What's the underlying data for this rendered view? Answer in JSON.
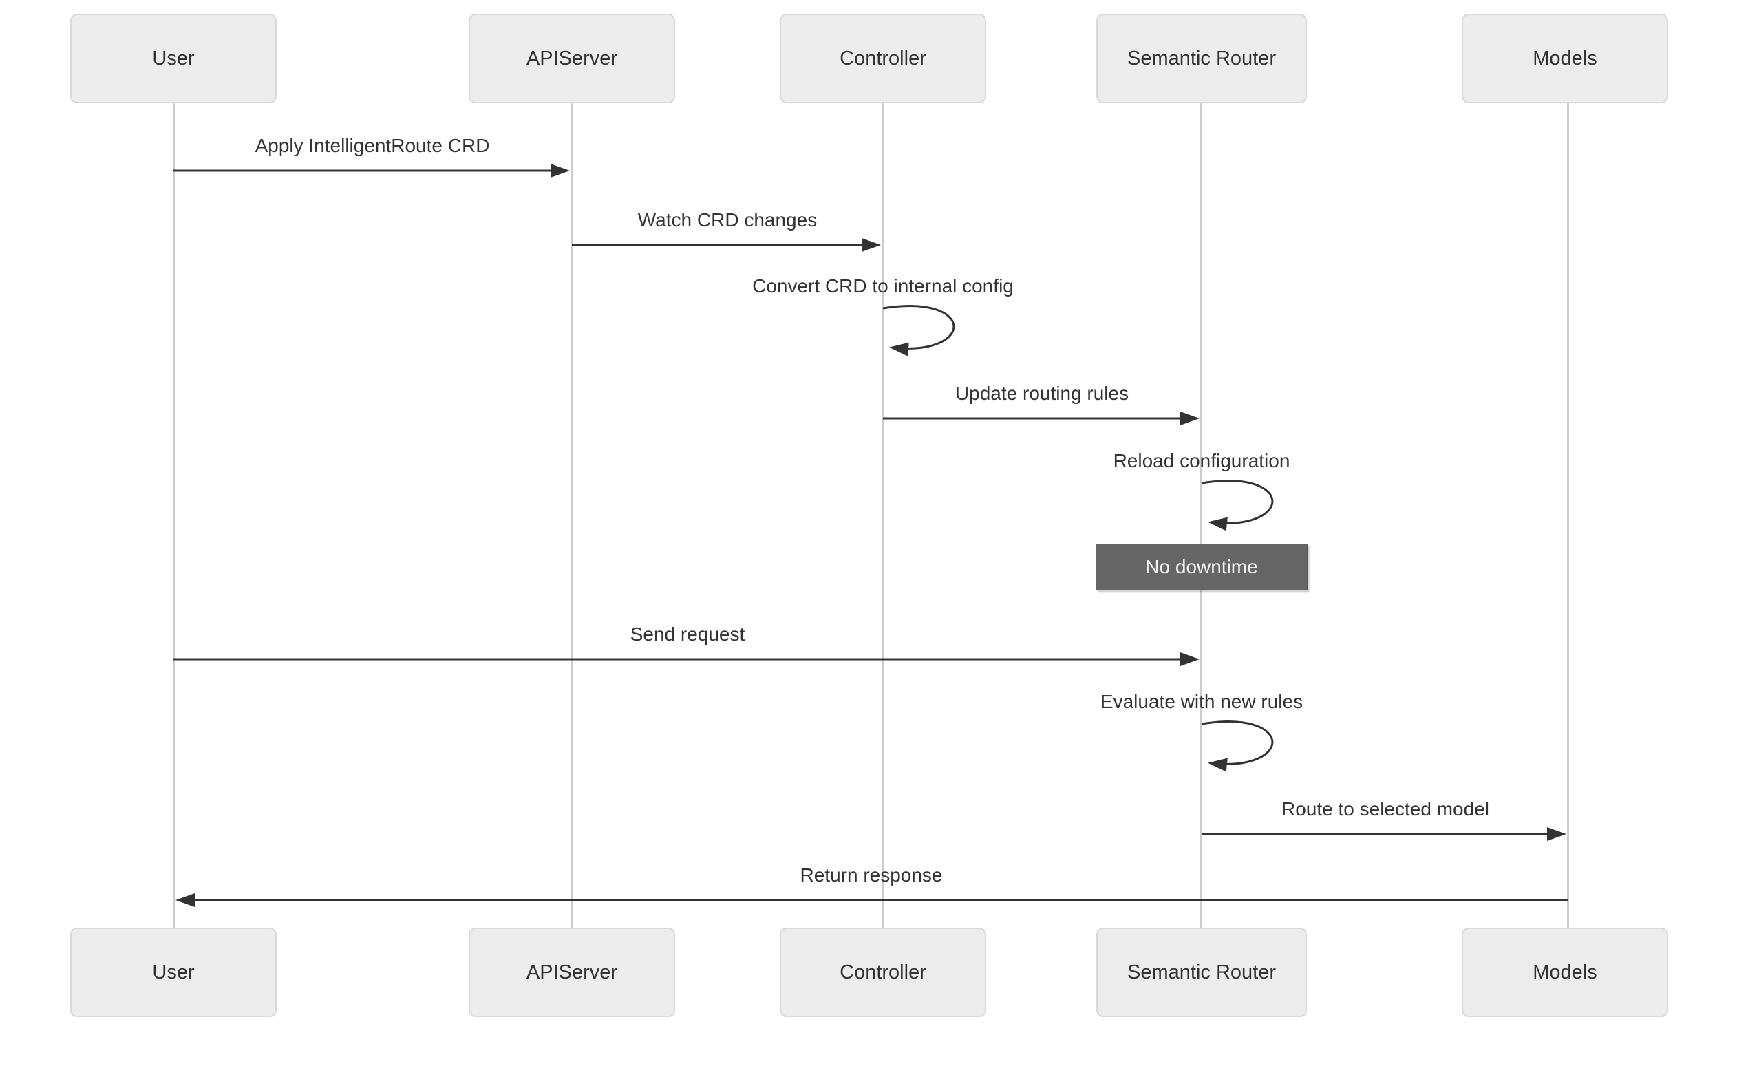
{
  "diagram": {
    "type": "sequence-diagram",
    "actors": [
      {
        "id": "user",
        "label": "User"
      },
      {
        "id": "apiserver",
        "label": "APIServer"
      },
      {
        "id": "controller",
        "label": "Controller"
      },
      {
        "id": "semantic-router",
        "label": "Semantic Router"
      },
      {
        "id": "models",
        "label": "Models"
      }
    ],
    "messages": [
      {
        "type": "message",
        "from": "user",
        "to": "apiserver",
        "label": "Apply IntelligentRoute CRD"
      },
      {
        "type": "message",
        "from": "apiserver",
        "to": "controller",
        "label": "Watch CRD changes"
      },
      {
        "type": "self",
        "on": "controller",
        "label": "Convert CRD to internal config"
      },
      {
        "type": "message",
        "from": "controller",
        "to": "semantic-router",
        "label": "Update routing rules"
      },
      {
        "type": "self",
        "on": "semantic-router",
        "label": "Reload configuration"
      },
      {
        "type": "note",
        "over": "semantic-router",
        "label": "No downtime"
      },
      {
        "type": "message",
        "from": "user",
        "to": "semantic-router",
        "label": "Send request"
      },
      {
        "type": "self",
        "on": "semantic-router",
        "label": "Evaluate with new rules"
      },
      {
        "type": "message",
        "from": "semantic-router",
        "to": "models",
        "label": "Route to selected model"
      },
      {
        "type": "message",
        "from": "models",
        "to": "user",
        "label": "Return response"
      }
    ],
    "colors": {
      "background": "#ffffff",
      "actor_fill": "#ececec",
      "actor_border": "#d9d9d9",
      "actor_text": "#333333",
      "lifeline": "#cccccc",
      "arrow": "#333333",
      "message_text": "#333333",
      "note_fill": "#666666",
      "note_text": "#f2f2f2"
    }
  }
}
